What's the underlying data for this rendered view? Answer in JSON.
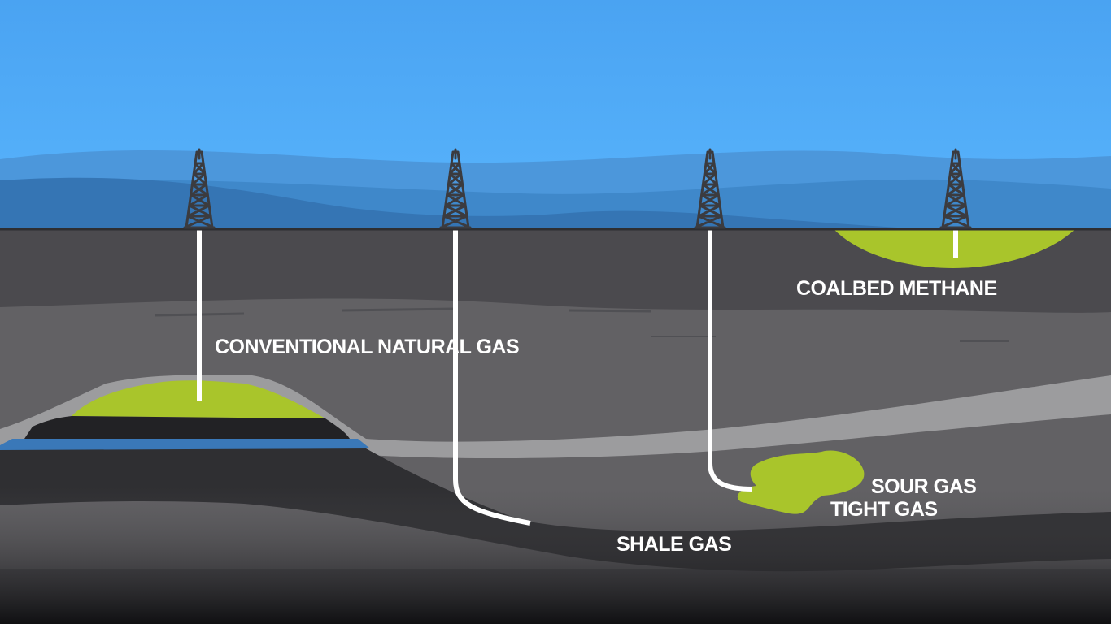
{
  "labels": {
    "conventional": "CONVENTIONAL NATURAL GAS",
    "coalbed": "COALBED METHANE",
    "sour": "SOUR GAS",
    "tight": "TIGHT GAS",
    "shale": "SHALE GAS"
  },
  "colors": {
    "sky": "#4fa8f7",
    "hills": "#3f86c7",
    "ground": "#4b4a4e",
    "gas": "#a9c52b",
    "water": "#3a78b8",
    "pipe": "#ffffff"
  }
}
